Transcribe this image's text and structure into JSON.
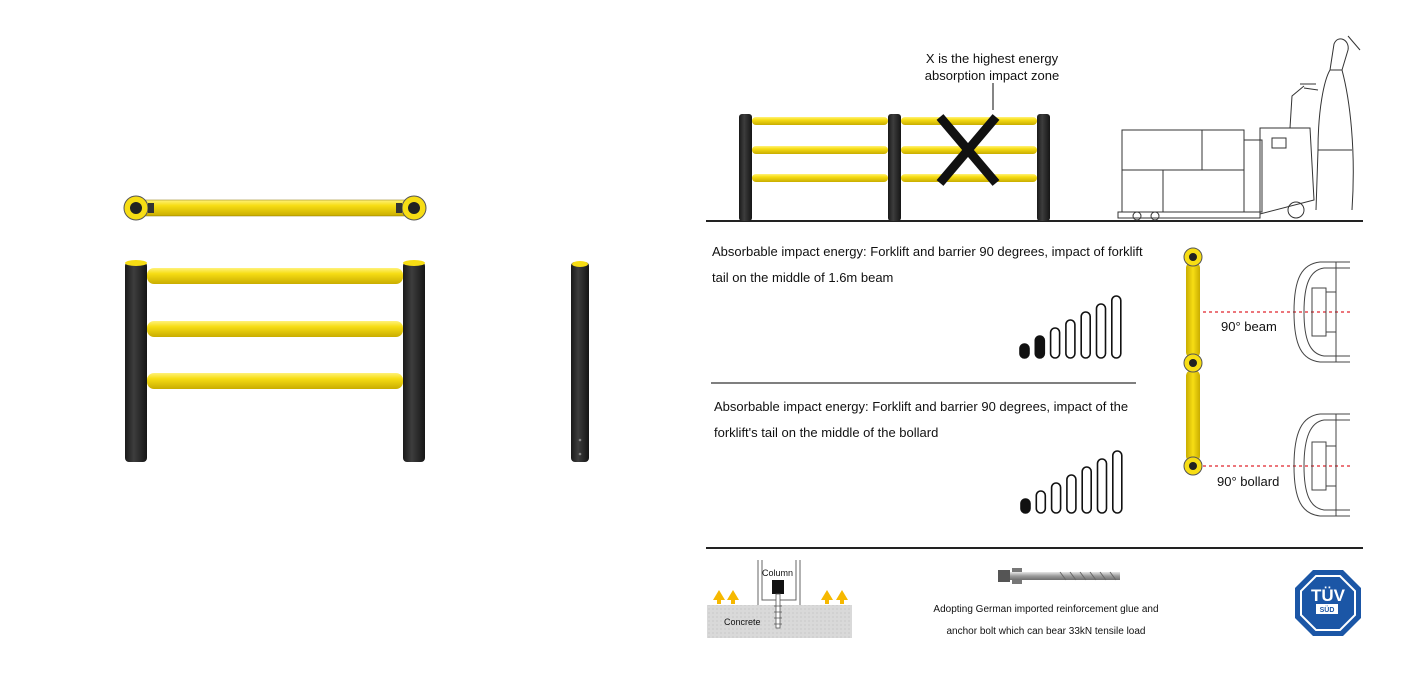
{
  "zone_caption": {
    "line1": "X  is the highest energy",
    "line2": "absorption impact zone"
  },
  "beam_test": {
    "text_line1": "Absorbable impact energy: Forklift and barrier 90 degrees, impact of forklift",
    "text_line2": "tail on the middle of 1.6m beam",
    "side_label": "90° beam",
    "level_filled": 2,
    "level_total": 7
  },
  "bollard_test": {
    "text_line1": "Absorbable impact energy: Forklift and barrier 90 degrees, impact of the",
    "text_line2": "forklift's tail on the middle of the bollard",
    "side_label": "90° bollard",
    "level_filled": 1,
    "level_total": 7
  },
  "installation": {
    "column_label": "Column",
    "concrete_label": "Concrete",
    "glue_text_line1": "Adopting German imported reinforcement glue and",
    "glue_text_line2": "anchor bolt which can bear 33kN tensile load"
  },
  "certification": {
    "logo_text": "TÜV",
    "logo_subtext": "SÜD",
    "logo_icon": "tuv-sud-logo-icon"
  },
  "colors": {
    "barrier_yellow": "#f7dd14",
    "post_black": "#2b2b2b",
    "accent_red": "#e0242c",
    "arrow_orange": "#f6b800",
    "logo_blue": "#1b56a6"
  }
}
